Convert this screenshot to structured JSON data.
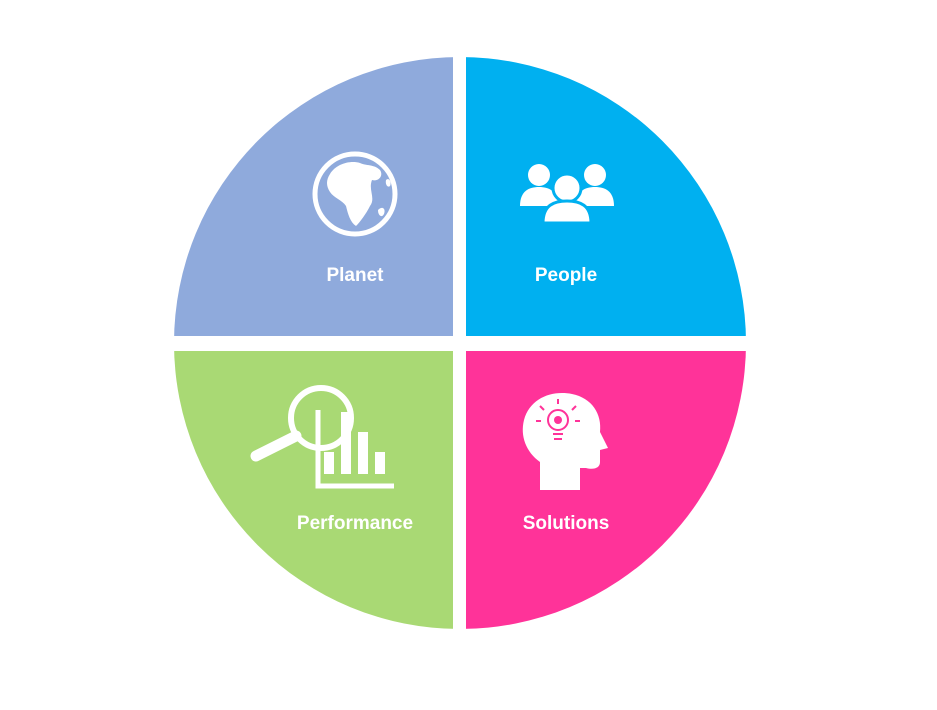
{
  "quadrants": [
    {
      "id": "planet",
      "label": "Planet",
      "icon": "globe-icon",
      "color": "#8FAADC"
    },
    {
      "id": "people",
      "label": "People",
      "icon": "people-group-icon",
      "color": "#00B0F0"
    },
    {
      "id": "performance",
      "label": "Performance",
      "icon": "magnifier-chart-icon",
      "color": "#A9D974"
    },
    {
      "id": "solutions",
      "label": "Solutions",
      "icon": "head-lightbulb-icon",
      "color": "#FF3399"
    }
  ]
}
